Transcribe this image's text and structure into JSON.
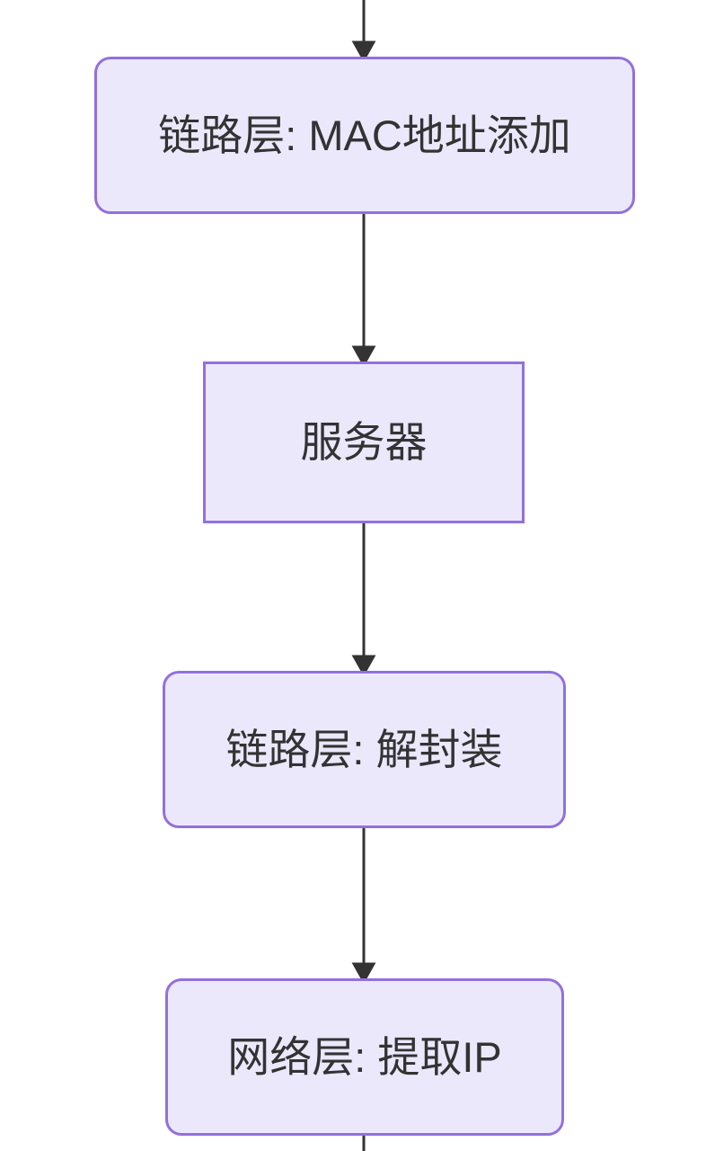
{
  "diagram": {
    "title": "",
    "type": "flowchart",
    "direction": "top-to-bottom",
    "background_color": "#ffffff",
    "node_fill_color": "#ECE8FC",
    "node_border_color": "#9370DB",
    "node_text_color": "#333333",
    "edge_color": "#333333",
    "nodes": [
      {
        "id": "link-mac",
        "label": "链路层: MAC地址添加",
        "shape": "rounded-rectangle"
      },
      {
        "id": "server",
        "label": "服务器",
        "shape": "rectangle"
      },
      {
        "id": "link-decap",
        "label": "链路层: 解封装",
        "shape": "rounded-rectangle"
      },
      {
        "id": "net-extract-ip",
        "label": "网络层: 提取IP",
        "shape": "rounded-rectangle"
      }
    ],
    "edges": [
      {
        "id": "edge-in-top",
        "from": "",
        "to": "link-mac",
        "label": "",
        "arrow": "triangle"
      },
      {
        "id": "edge-mac-to-server",
        "from": "link-mac",
        "to": "server",
        "label": "",
        "arrow": "triangle"
      },
      {
        "id": "edge-server-to-decap",
        "from": "server",
        "to": "link-decap",
        "label": "",
        "arrow": "triangle"
      },
      {
        "id": "edge-decap-to-ip",
        "from": "link-decap",
        "to": "net-extract-ip",
        "label": "",
        "arrow": "triangle"
      },
      {
        "id": "edge-out-bottom",
        "from": "net-extract-ip",
        "to": "",
        "label": "",
        "arrow": "none"
      }
    ]
  }
}
